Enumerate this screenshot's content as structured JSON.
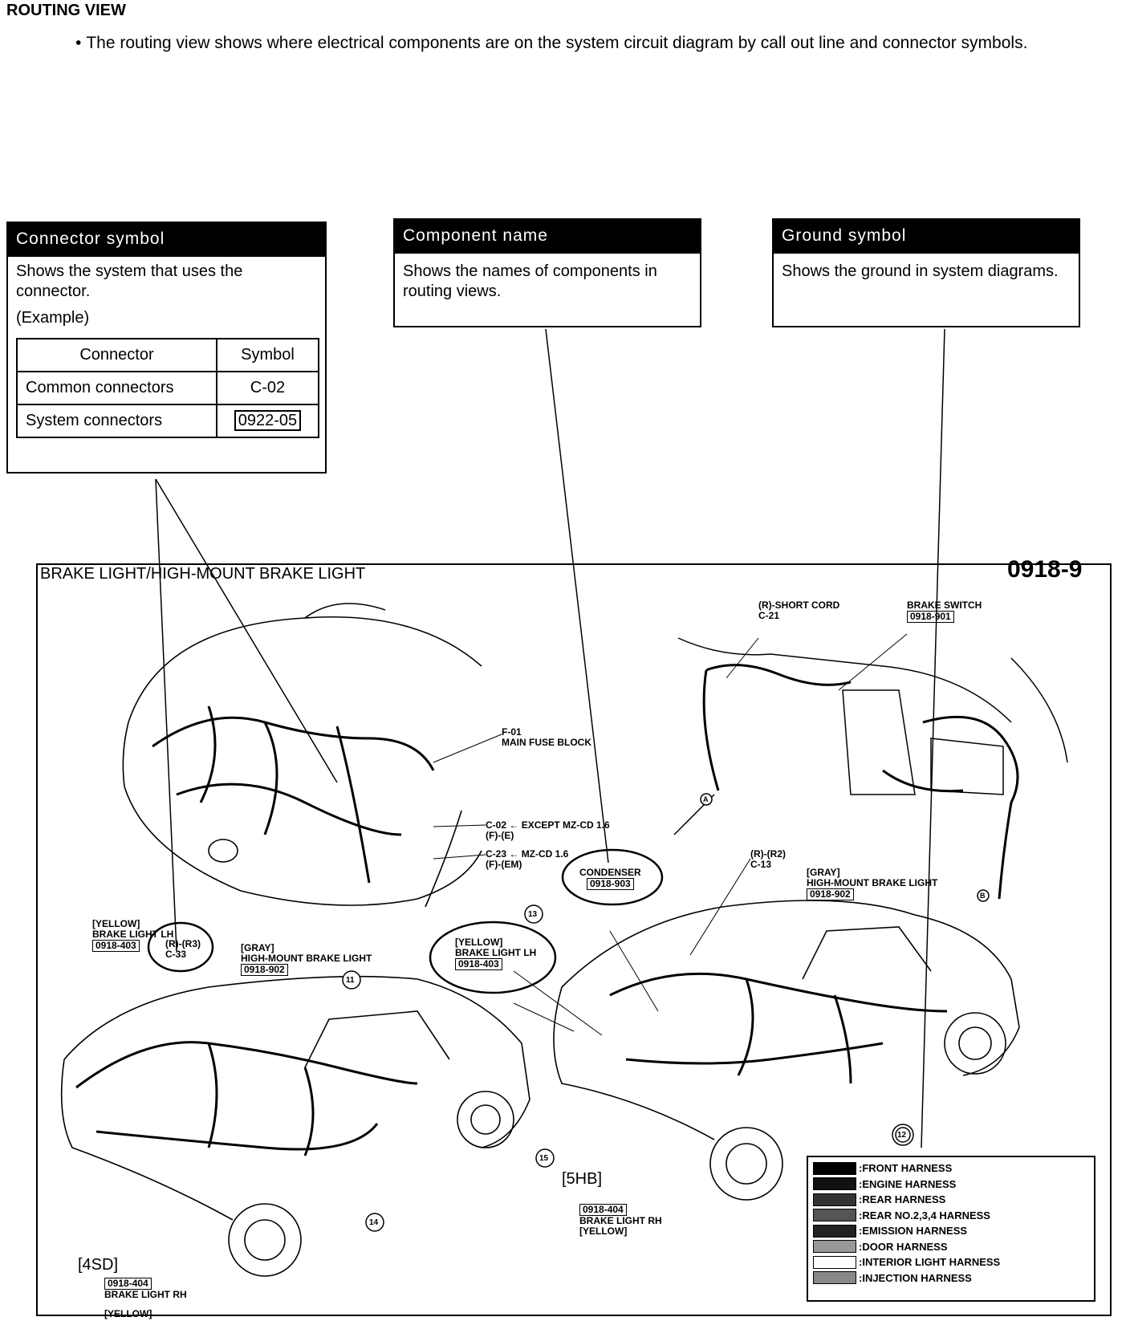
{
  "header": {
    "title": "ROUTING VIEW",
    "bullet": "•",
    "description": "The routing view shows where electrical components are on the system circuit diagram by call out line and connector symbols."
  },
  "callouts": {
    "connector": {
      "title": "Connector symbol",
      "text": "Shows the system that uses the connector.",
      "example": "(Example)",
      "table": {
        "headers": [
          "Connector",
          "Symbol"
        ],
        "rows": [
          {
            "name": "Common connectors",
            "symbol": "C-02"
          },
          {
            "name": "System connectors",
            "symbol": "0922-05"
          }
        ]
      }
    },
    "component": {
      "title": "Component name",
      "text": "Shows the names of components in routing views."
    },
    "ground": {
      "title": "Ground symbol",
      "text": "Shows the ground in system diagrams."
    }
  },
  "figure": {
    "title": "BRAKE LIGHT/HIGH-MOUNT BRAKE LIGHT",
    "number": "0918-9",
    "labels": {
      "short_cord": "(R)-SHORT CORD",
      "short_cord_id": "C-21",
      "brake_switch": "BRAKE SWITCH",
      "brake_switch_ref": "0918-901",
      "main_fuse_id": "F-01",
      "main_fuse": "MAIN FUSE BLOCK",
      "c02": "C-02",
      "c02_note": "EXCEPT MZ-CD 1.6",
      "c02_sub": "(F)-(E)",
      "c23": "C-23",
      "c23_note": "MZ-CD 1.6",
      "c23_sub": "(F)-(EM)",
      "condenser": "CONDENSER",
      "condenser_ref": "0918-903",
      "r_r2": "(R)-(R2)",
      "c13": "C-13",
      "hmbl_gray_5hb": "[GRAY]",
      "hmbl_5hb": "HIGH-MOUNT BRAKE LIGHT",
      "hmbl_5hb_ref": "0918-902",
      "blh_yellow_4sd": "[YELLOW]",
      "blh_4sd": "BRAKE LIGHT LH",
      "blh_4sd_ref": "0918-403",
      "r_r3": "(R)-(R3)",
      "c33": "C-33",
      "hmbl_gray_4sd": "[GRAY]",
      "hmbl_4sd": "HIGH-MOUNT BRAKE LIGHT",
      "hmbl_4sd_ref": "0918-902",
      "blh_yellow_5hb": "[YELLOW]",
      "blh_5hb": "BRAKE LIGHT LH",
      "blh_5hb_ref": "0918-403",
      "brh_5hb_ref": "0918-404",
      "brh_5hb": "BRAKE LIGHT RH",
      "brh_5hb_yellow": "[YELLOW]",
      "brh_4sd_ref": "0918-404",
      "brh_4sd": "BRAKE LIGHT RH",
      "brh_4sd_yellow": "[YELLOW]",
      "body_4sd": "[4SD]",
      "body_5hb": "[5HB]",
      "num11": "11",
      "num12": "12",
      "num13": "13",
      "num14": "14",
      "num15": "15",
      "mark_a": "A",
      "mark_b": "B"
    },
    "legend": [
      {
        "label": ":FRONT HARNESS",
        "color": "#000000"
      },
      {
        "label": ":ENGINE HARNESS",
        "color": "#111111"
      },
      {
        "label": ":REAR HARNESS",
        "color": "#333333"
      },
      {
        "label": ":REAR NO.2,3,4 HARNESS",
        "color": "#555555"
      },
      {
        "label": ":EMISSION HARNESS",
        "color": "#222222"
      },
      {
        "label": ":DOOR HARNESS",
        "color": "#999999"
      },
      {
        "label": ":INTERIOR LIGHT HARNESS",
        "color": "#ffffff"
      },
      {
        "label": ":INJECTION HARNESS",
        "color": "#888888"
      }
    ]
  }
}
